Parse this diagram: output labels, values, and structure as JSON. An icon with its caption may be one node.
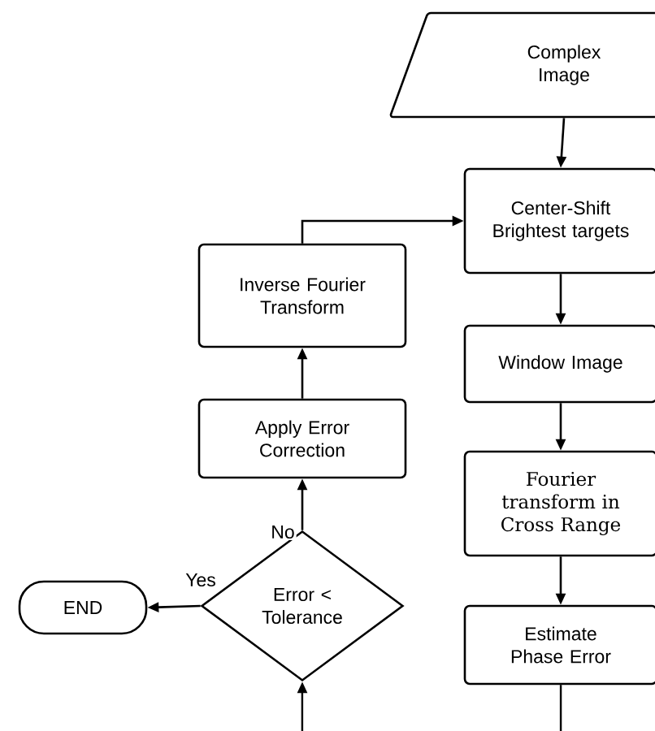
{
  "diagram": {
    "nodes": [
      {
        "text": [
          "Complex Image"
        ]
      },
      {
        "text": [
          "Center-Shift Brightest targets"
        ]
      },
      {
        "text": [
          "Inverse Fourier Transform"
        ]
      },
      {
        "text": [
          "Window Image"
        ]
      },
      {
        "text": [
          "Apply Error Correction"
        ]
      },
      {
        "text": [
          "Fourier transform in Cross Range"
        ]
      },
      {
        "text": [
          "Error < Tolerance"
        ]
      },
      {
        "text": [
          "END"
        ]
      },
      {
        "text": [
          "Estimate Phase Error"
        ]
      }
    ],
    "edges": [
      {
        "from": 0,
        "to": 1,
        "arrow": "to"
      },
      {
        "from": 1,
        "to": 3,
        "arrow": "to"
      },
      {
        "from": 3,
        "to": 5,
        "arrow": "to"
      },
      {
        "from": 5,
        "to": 8,
        "arrow": "to"
      },
      {
        "from": 8,
        "to": null,
        "arrow": "none"
      },
      {
        "from": null,
        "to": 6,
        "arrow": "to"
      },
      {
        "from": 6,
        "to": 4,
        "arrow": "to",
        "label": "No"
      },
      {
        "from": 4,
        "to": 2,
        "arrow": "to"
      },
      {
        "from": 2,
        "to": 1,
        "arrow": "to"
      },
      {
        "from": 6,
        "to": 7,
        "arrow": "to",
        "label": "Yes"
      }
    ]
  }
}
